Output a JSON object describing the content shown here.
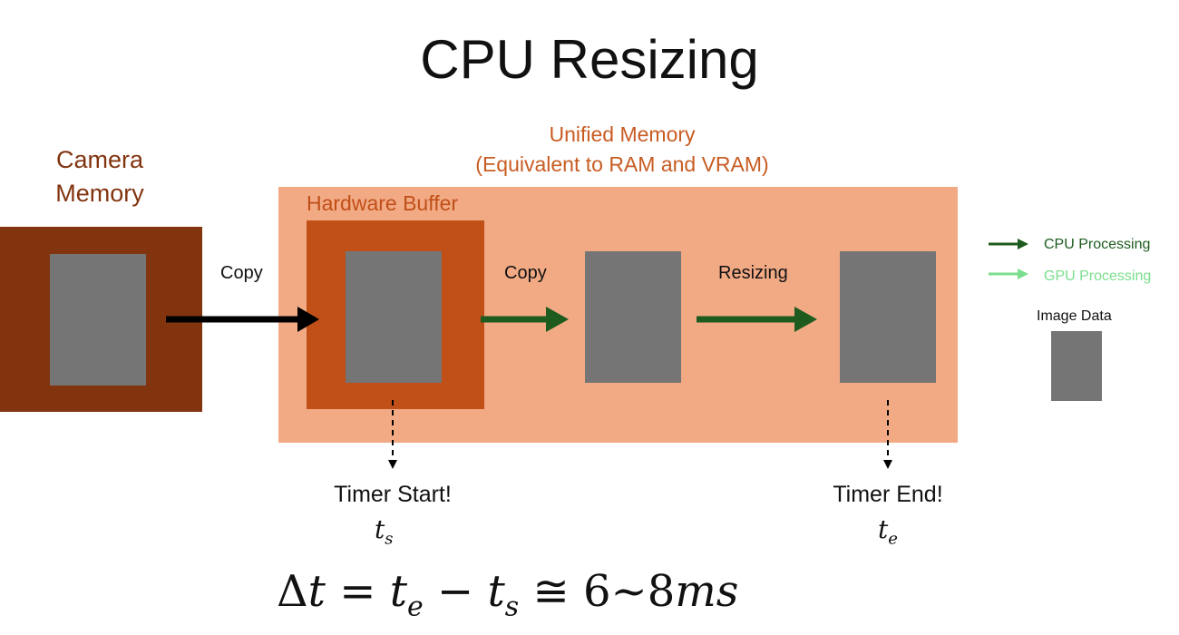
{
  "title": "CPU Resizing",
  "camera_memory": {
    "label_line1": "Camera",
    "label_line2": "Memory",
    "color": "#82340f"
  },
  "unified_memory": {
    "label_line1": "Unified Memory",
    "label_line2": "(Equivalent to RAM and VRAM)",
    "color": "#f2aa85",
    "label_color": "#c85c23"
  },
  "hardware_buffer": {
    "label": "Hardware Buffer",
    "color": "#c04f18",
    "label_color": "#c04f18"
  },
  "image_color": "#757575",
  "steps": {
    "copy_1": "Copy",
    "copy_2": "Copy",
    "resizing": "Resizing"
  },
  "timers": {
    "start_label": "Timer Start!",
    "start_symbol": "t",
    "start_sub": "s",
    "end_label": "Timer End!",
    "end_symbol": "t",
    "end_sub": "e"
  },
  "formula": {
    "delta": "Δ",
    "t": "t",
    "eq": " = ",
    "sub_e": "e",
    "minus": " − ",
    "sub_s": "s",
    "approx": " ≅ ",
    "value": "6~8",
    "unit": "ms"
  },
  "legend": {
    "cpu_label": "CPU Processing",
    "cpu_color": "#1e5b1e",
    "gpu_label": "GPU Processing",
    "gpu_color": "#7bde8c",
    "image_label": "Image Data"
  }
}
